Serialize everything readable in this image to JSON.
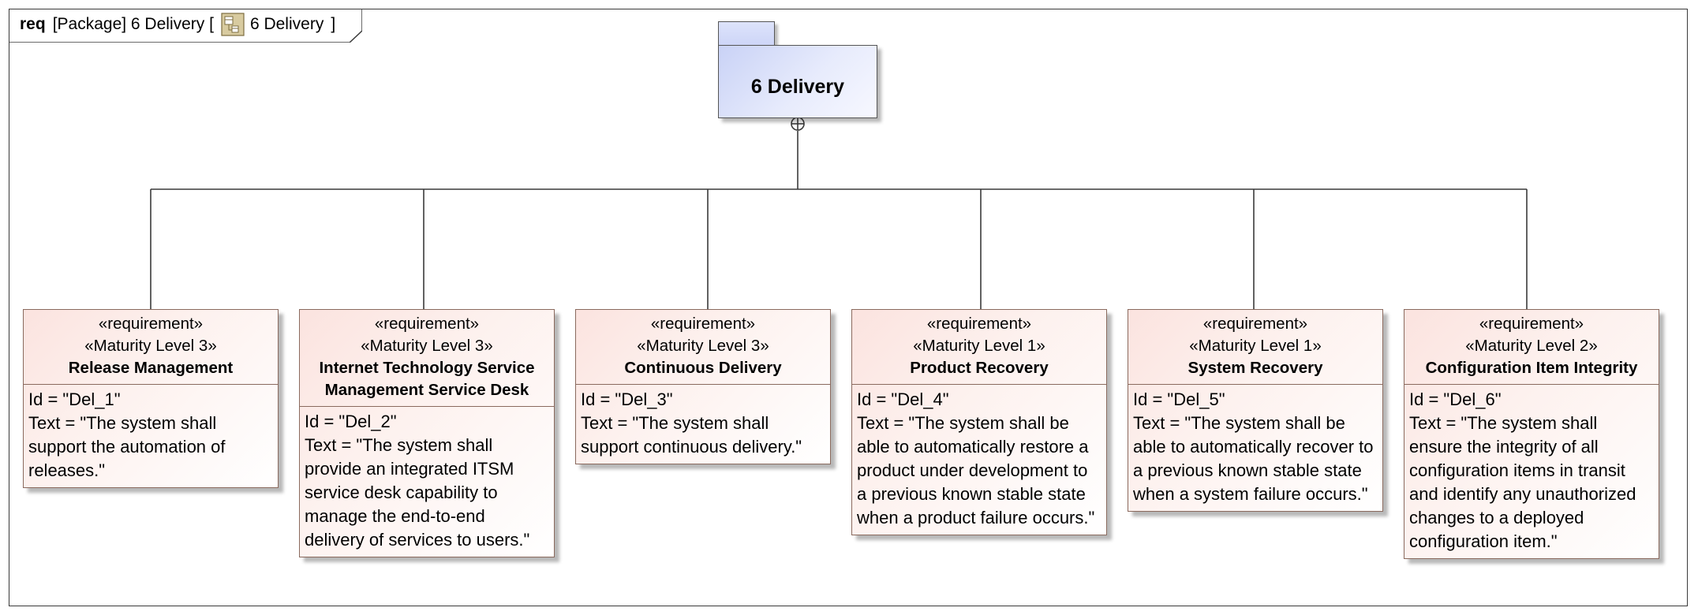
{
  "frame": {
    "kind": "req",
    "label": "[Package] 6 Delivery [",
    "target": "6 Delivery",
    "close": "]",
    "icon": "package-diagram-icon"
  },
  "package": {
    "title": "6 Delivery",
    "icon": "package-folder-icon",
    "color": "#d6ddf8"
  },
  "requirements": [
    {
      "stereotype": "«requirement»",
      "maturity": "«Maturity Level 3»",
      "name": "Release Management",
      "id": "Id = \"Del_1\"",
      "text": "Text = \"The system shall support the automation of releases.\""
    },
    {
      "stereotype": "«requirement»",
      "maturity": "«Maturity Level 3»",
      "name": "Internet Technology Service Management Service Desk",
      "id": "Id = \"Del_2\"",
      "text": "Text = \"The system shall provide an integrated ITSM service desk capability to manage the end-to-end delivery of services to users.\""
    },
    {
      "stereotype": "«requirement»",
      "maturity": "«Maturity Level 3»",
      "name": "Continuous Delivery",
      "id": "Id = \"Del_3\"",
      "text": "Text = \"The system shall support continuous delivery.\""
    },
    {
      "stereotype": "«requirement»",
      "maturity": "«Maturity Level 1»",
      "name": "Product Recovery",
      "id": "Id = \"Del_4\"",
      "text": "Text = \"The system shall be able to automatically restore a product under development to a previous known stable state when a product failure occurs.\""
    },
    {
      "stereotype": "«requirement»",
      "maturity": "«Maturity Level 1»",
      "name": "System Recovery",
      "id": "Id = \"Del_5\"",
      "text": "Text = \"The system shall be able to automatically recover to a previous known stable state when a system failure occurs.\""
    },
    {
      "stereotype": "«requirement»",
      "maturity": "«Maturity Level 2»",
      "name": "Configuration Item Integrity",
      "id": "Id = \"Del_6\"",
      "text": "Text = \"The system shall ensure the integrity of all configuration items in transit and identify any unauthorized changes to a deployed configuration item.\""
    }
  ],
  "colors": {
    "requirement_fill": "#fbe3df",
    "requirement_border": "#8a6a5e",
    "line": "#3a3a3a"
  }
}
